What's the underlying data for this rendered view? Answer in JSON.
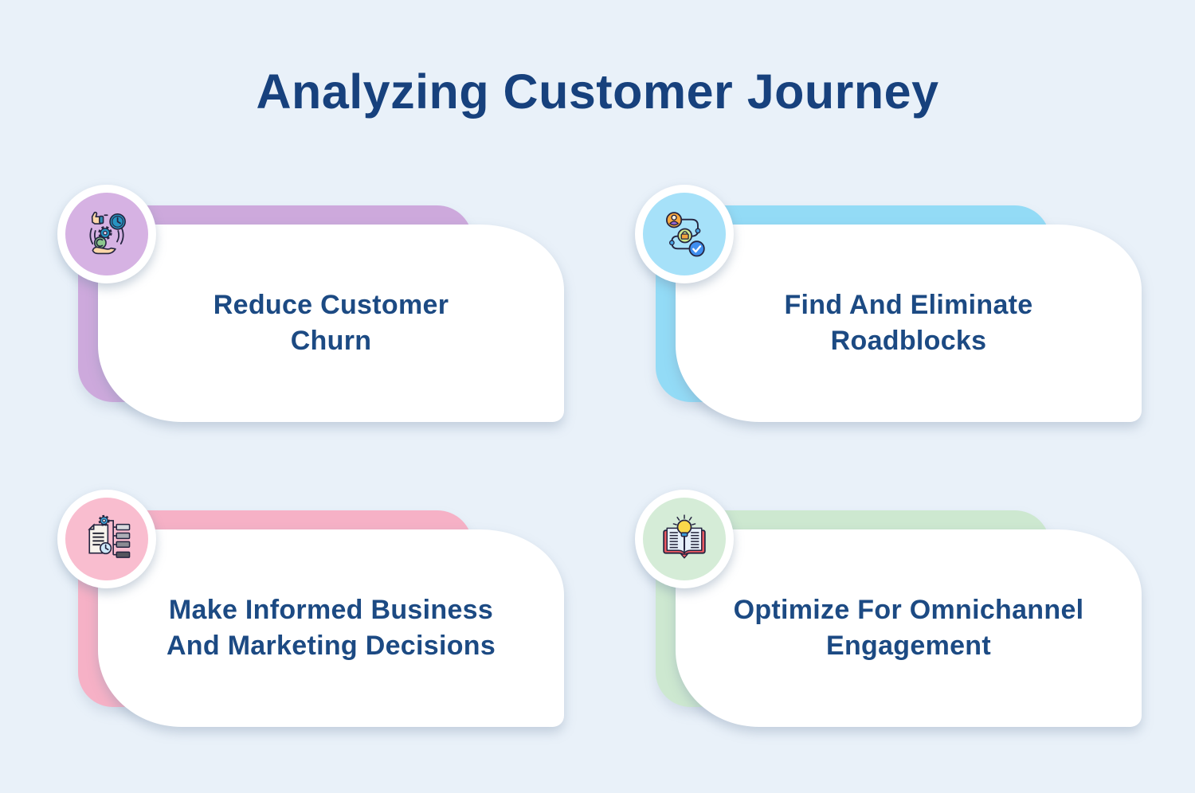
{
  "page": {
    "title": "Analyzing Customer Journey",
    "background_color": "#e9f1f9",
    "title_color": "#17417d",
    "text_color": "#1c4a83"
  },
  "cards": [
    {
      "id": "reduce-churn",
      "label": "Reduce Customer\nChurn",
      "icon": "customer-retention-icon",
      "accent_color": "#cda9dc",
      "circle_color": "#d6b2e3"
    },
    {
      "id": "find-roadblocks",
      "label": "Find And Eliminate\nRoadblocks",
      "icon": "journey-flow-icon",
      "accent_color": "#93dbf6",
      "circle_color": "#a6e1f9"
    },
    {
      "id": "informed-decisions",
      "label": "Make Informed Business\nAnd Marketing Decisions",
      "icon": "data-decisions-icon",
      "accent_color": "#f6b1c6",
      "circle_color": "#f9bdcf"
    },
    {
      "id": "omnichannel-engagement",
      "label": "Optimize For Omnichannel\nEngagement",
      "icon": "insight-book-icon",
      "accent_color": "#cde8d0",
      "circle_color": "#d5ecd7"
    }
  ]
}
